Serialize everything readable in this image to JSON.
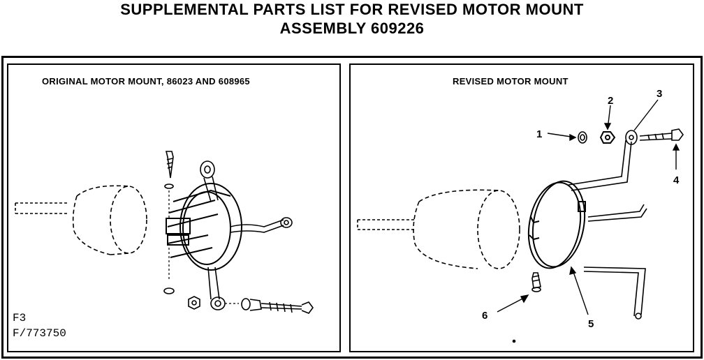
{
  "title": {
    "line1": "SUPPLEMENTAL PARTS LIST FOR REVISED MOTOR MOUNT",
    "line2": "ASSEMBLY 609226"
  },
  "left_panel": {
    "heading": "ORIGINAL MOTOR MOUNT, 86023 AND 608965",
    "code1": "F3",
    "code2": "F/773750"
  },
  "right_panel": {
    "heading": "REVISED MOTOR MOUNT",
    "callouts": [
      "1",
      "2",
      "3",
      "4",
      "5",
      "6"
    ]
  }
}
